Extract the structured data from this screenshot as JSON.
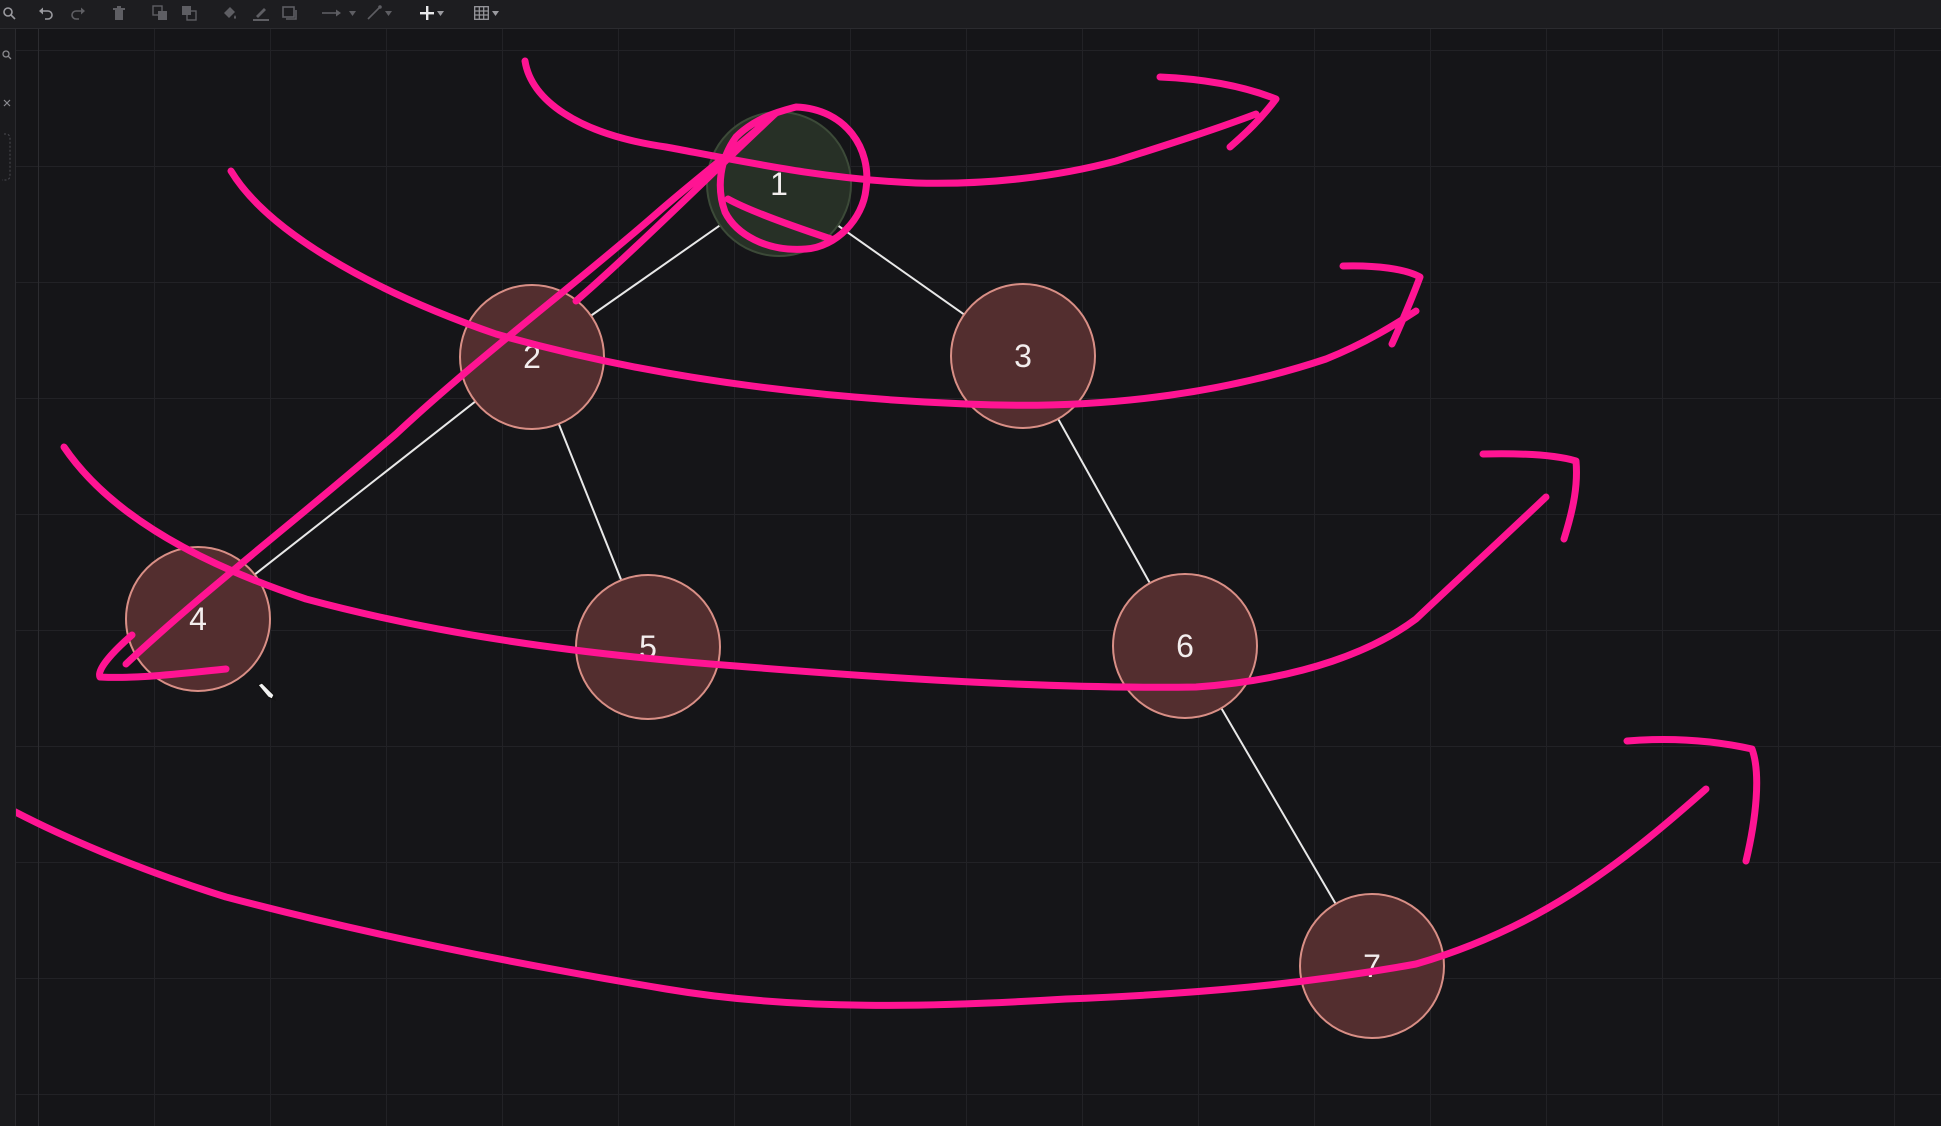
{
  "toolbar": {
    "tools": [
      {
        "name": "zoom-icon",
        "x": 0
      },
      {
        "name": "undo-icon"
      },
      {
        "name": "redo-icon"
      },
      {
        "name": "delete-icon"
      },
      {
        "name": "to-front-icon"
      },
      {
        "name": "to-back-icon"
      },
      {
        "name": "fill-color-icon"
      },
      {
        "name": "line-color-icon"
      },
      {
        "name": "shadow-icon"
      },
      {
        "name": "connection-icon"
      },
      {
        "name": "waypoints-icon"
      },
      {
        "name": "insert-icon"
      },
      {
        "name": "table-icon"
      }
    ]
  },
  "graph": {
    "nodes": [
      {
        "id": "1",
        "label": "1",
        "fill": "#273026",
        "stroke": "#3c4a38"
      },
      {
        "id": "2",
        "label": "2",
        "fill": "#532e2f",
        "stroke": "#d98f86"
      },
      {
        "id": "3",
        "label": "3",
        "fill": "#532e2f",
        "stroke": "#d98f86"
      },
      {
        "id": "4",
        "label": "4",
        "fill": "#532e2f",
        "stroke": "#d98f86"
      },
      {
        "id": "5",
        "label": "5",
        "fill": "#532e2f",
        "stroke": "#d98f86"
      },
      {
        "id": "6",
        "label": "6",
        "fill": "#532e2f",
        "stroke": "#d98f86"
      },
      {
        "id": "7",
        "label": "7",
        "fill": "#532e2f",
        "stroke": "#d98f86"
      }
    ],
    "edges": [
      {
        "from": "1",
        "to": "2"
      },
      {
        "from": "1",
        "to": "3"
      },
      {
        "from": "2",
        "to": "4"
      },
      {
        "from": "2",
        "to": "5"
      },
      {
        "from": "3",
        "to": "6"
      },
      {
        "from": "6",
        "to": "7"
      }
    ],
    "edge_color": "#e8e8e8"
  },
  "annotations": {
    "ink_color": "#ff1493",
    "strokes": [
      "level-1-sweep",
      "level-2-sweep",
      "level-3-sweep",
      "level-4-sweep",
      "dfs-diagonal"
    ]
  },
  "colors": {
    "background": "#151518",
    "grid": "#222226",
    "toolbar": "#1d1d20"
  }
}
